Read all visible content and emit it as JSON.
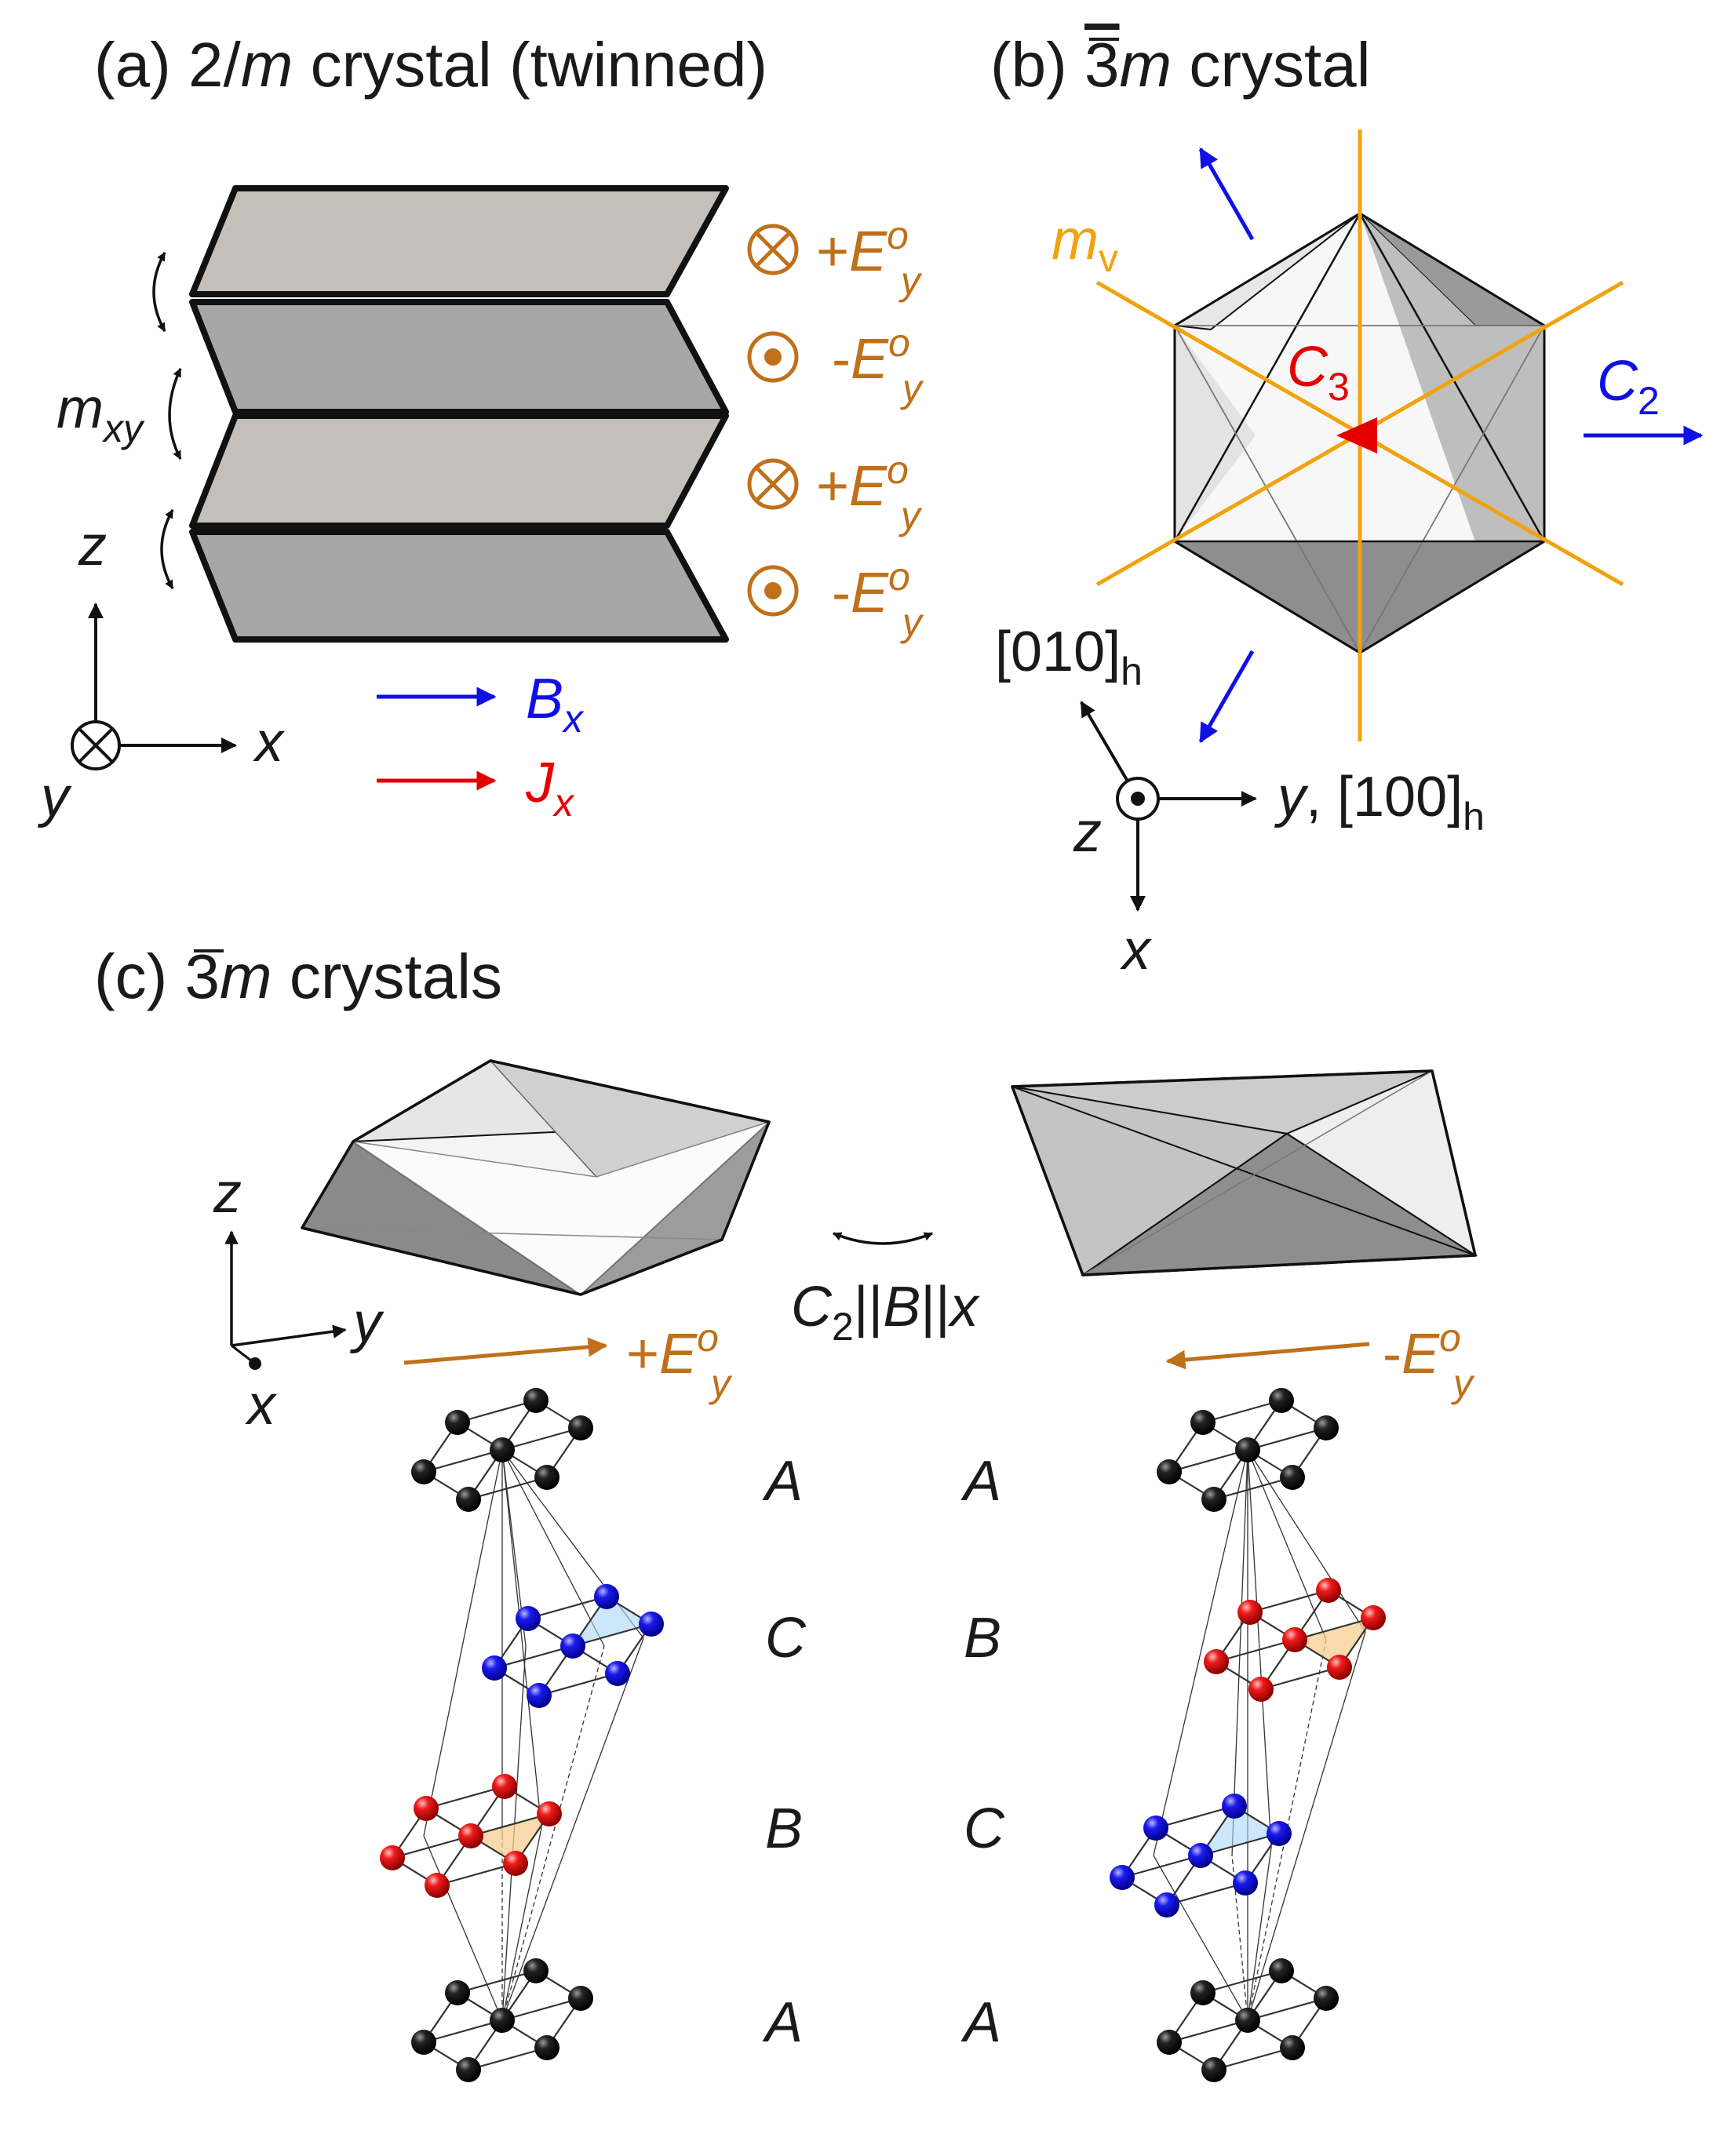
{
  "colors": {
    "orange": "#c0701a",
    "blue": "#1010e6",
    "red": "#e40000",
    "mirror": "#f2a20c",
    "black": "#111111"
  },
  "panel_a": {
    "title_prefix": "(a) 2/",
    "title_m": "m",
    "title_suffix": " crystal (twinned)",
    "plus": "+",
    "minus": "-",
    "E": "E",
    "o": "o",
    "sub_y": "y",
    "mirror_m": "m",
    "mirror_sub": "xy",
    "axis_z": "z",
    "axis_x": "x",
    "axis_y": "y",
    "B": "B",
    "J": "J",
    "sub_x": "x",
    "layers": [
      "+E",
      "-E",
      "+E",
      "-E"
    ]
  },
  "panel_b": {
    "title_prefix": "(b) ",
    "title_bar": "3",
    "title_m": "m",
    "title_suffix": " crystal",
    "m": "m",
    "m_sub": "v",
    "C3": "C",
    "C3_sub": "3",
    "C2": "C",
    "C2_sub": "2",
    "dir_010": "[010]",
    "dir_h": "h",
    "axis_y": "y",
    "dir_100": ", [100]",
    "axis_z": "z",
    "axis_x": "x"
  },
  "panel_c": {
    "title_prefix": "(c) ",
    "title_bar": "3",
    "title_m": "m",
    "title_suffix": " crystals",
    "axis_z": "z",
    "axis_y": "y",
    "axis_x": "x",
    "op_C": "C",
    "op_sub": "2",
    "op_rest_1": "||",
    "op_B": "B",
    "op_rest_2": "||",
    "op_x": "x",
    "left_field_sign": "+",
    "right_field_sign": "-",
    "E": "E",
    "o": "o",
    "sub_y": "y",
    "stack_left": [
      "A",
      "C",
      "B",
      "A"
    ],
    "stack_right": [
      "A",
      "B",
      "C",
      "A"
    ]
  }
}
